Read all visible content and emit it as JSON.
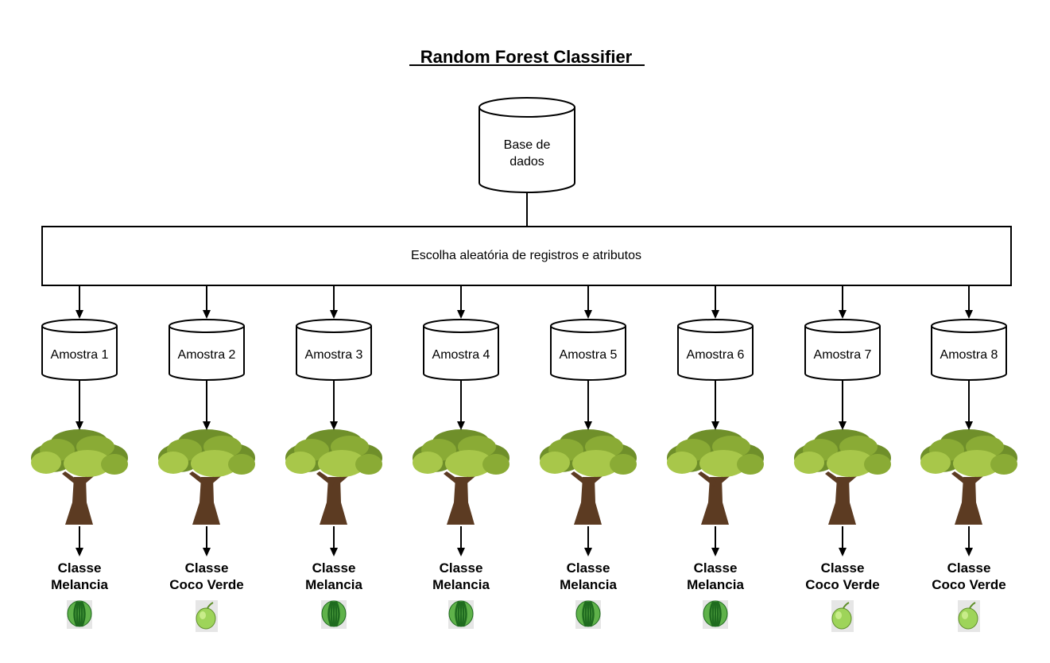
{
  "title": "Random Forest Classifier",
  "database": {
    "line1": "Base de",
    "line2": "dados"
  },
  "selection_box": {
    "label": "Escolha aleatória de registros e atributos"
  },
  "samples": [
    {
      "label": "Amostra 1",
      "class_line1": "Classe",
      "class_line2": "Melancia",
      "fruit": "watermelon-icon"
    },
    {
      "label": "Amostra 2",
      "class_line1": "Classe",
      "class_line2": "Coco Verde",
      "fruit": "green-coconut-icon"
    },
    {
      "label": "Amostra 3",
      "class_line1": "Classe",
      "class_line2": "Melancia",
      "fruit": "watermelon-icon"
    },
    {
      "label": "Amostra 4",
      "class_line1": "Classe",
      "class_line2": "Melancia",
      "fruit": "watermelon-icon"
    },
    {
      "label": "Amostra 5",
      "class_line1": "Classe",
      "class_line2": "Melancia",
      "fruit": "watermelon-icon"
    },
    {
      "label": "Amostra 6",
      "class_line1": "Classe",
      "class_line2": "Melancia",
      "fruit": "watermelon-icon"
    },
    {
      "label": "Amostra 7",
      "class_line1": "Classe",
      "class_line2": "Coco Verde",
      "fruit": "green-coconut-icon"
    },
    {
      "label": "Amostra 8",
      "class_line1": "Classe",
      "class_line2": "Coco Verde",
      "fruit": "green-coconut-icon"
    }
  ],
  "colors": {
    "stroke": "#000000",
    "foliage_dark": "#6f8f2a",
    "foliage_mid": "#8aab35",
    "foliage_light": "#a8c74a",
    "trunk": "#5c3b22",
    "watermelon_dark": "#1f6b1f",
    "watermelon_light": "#5fb24a",
    "coconut": "#9ed45a",
    "icon_bg": "#e6e6e6"
  }
}
